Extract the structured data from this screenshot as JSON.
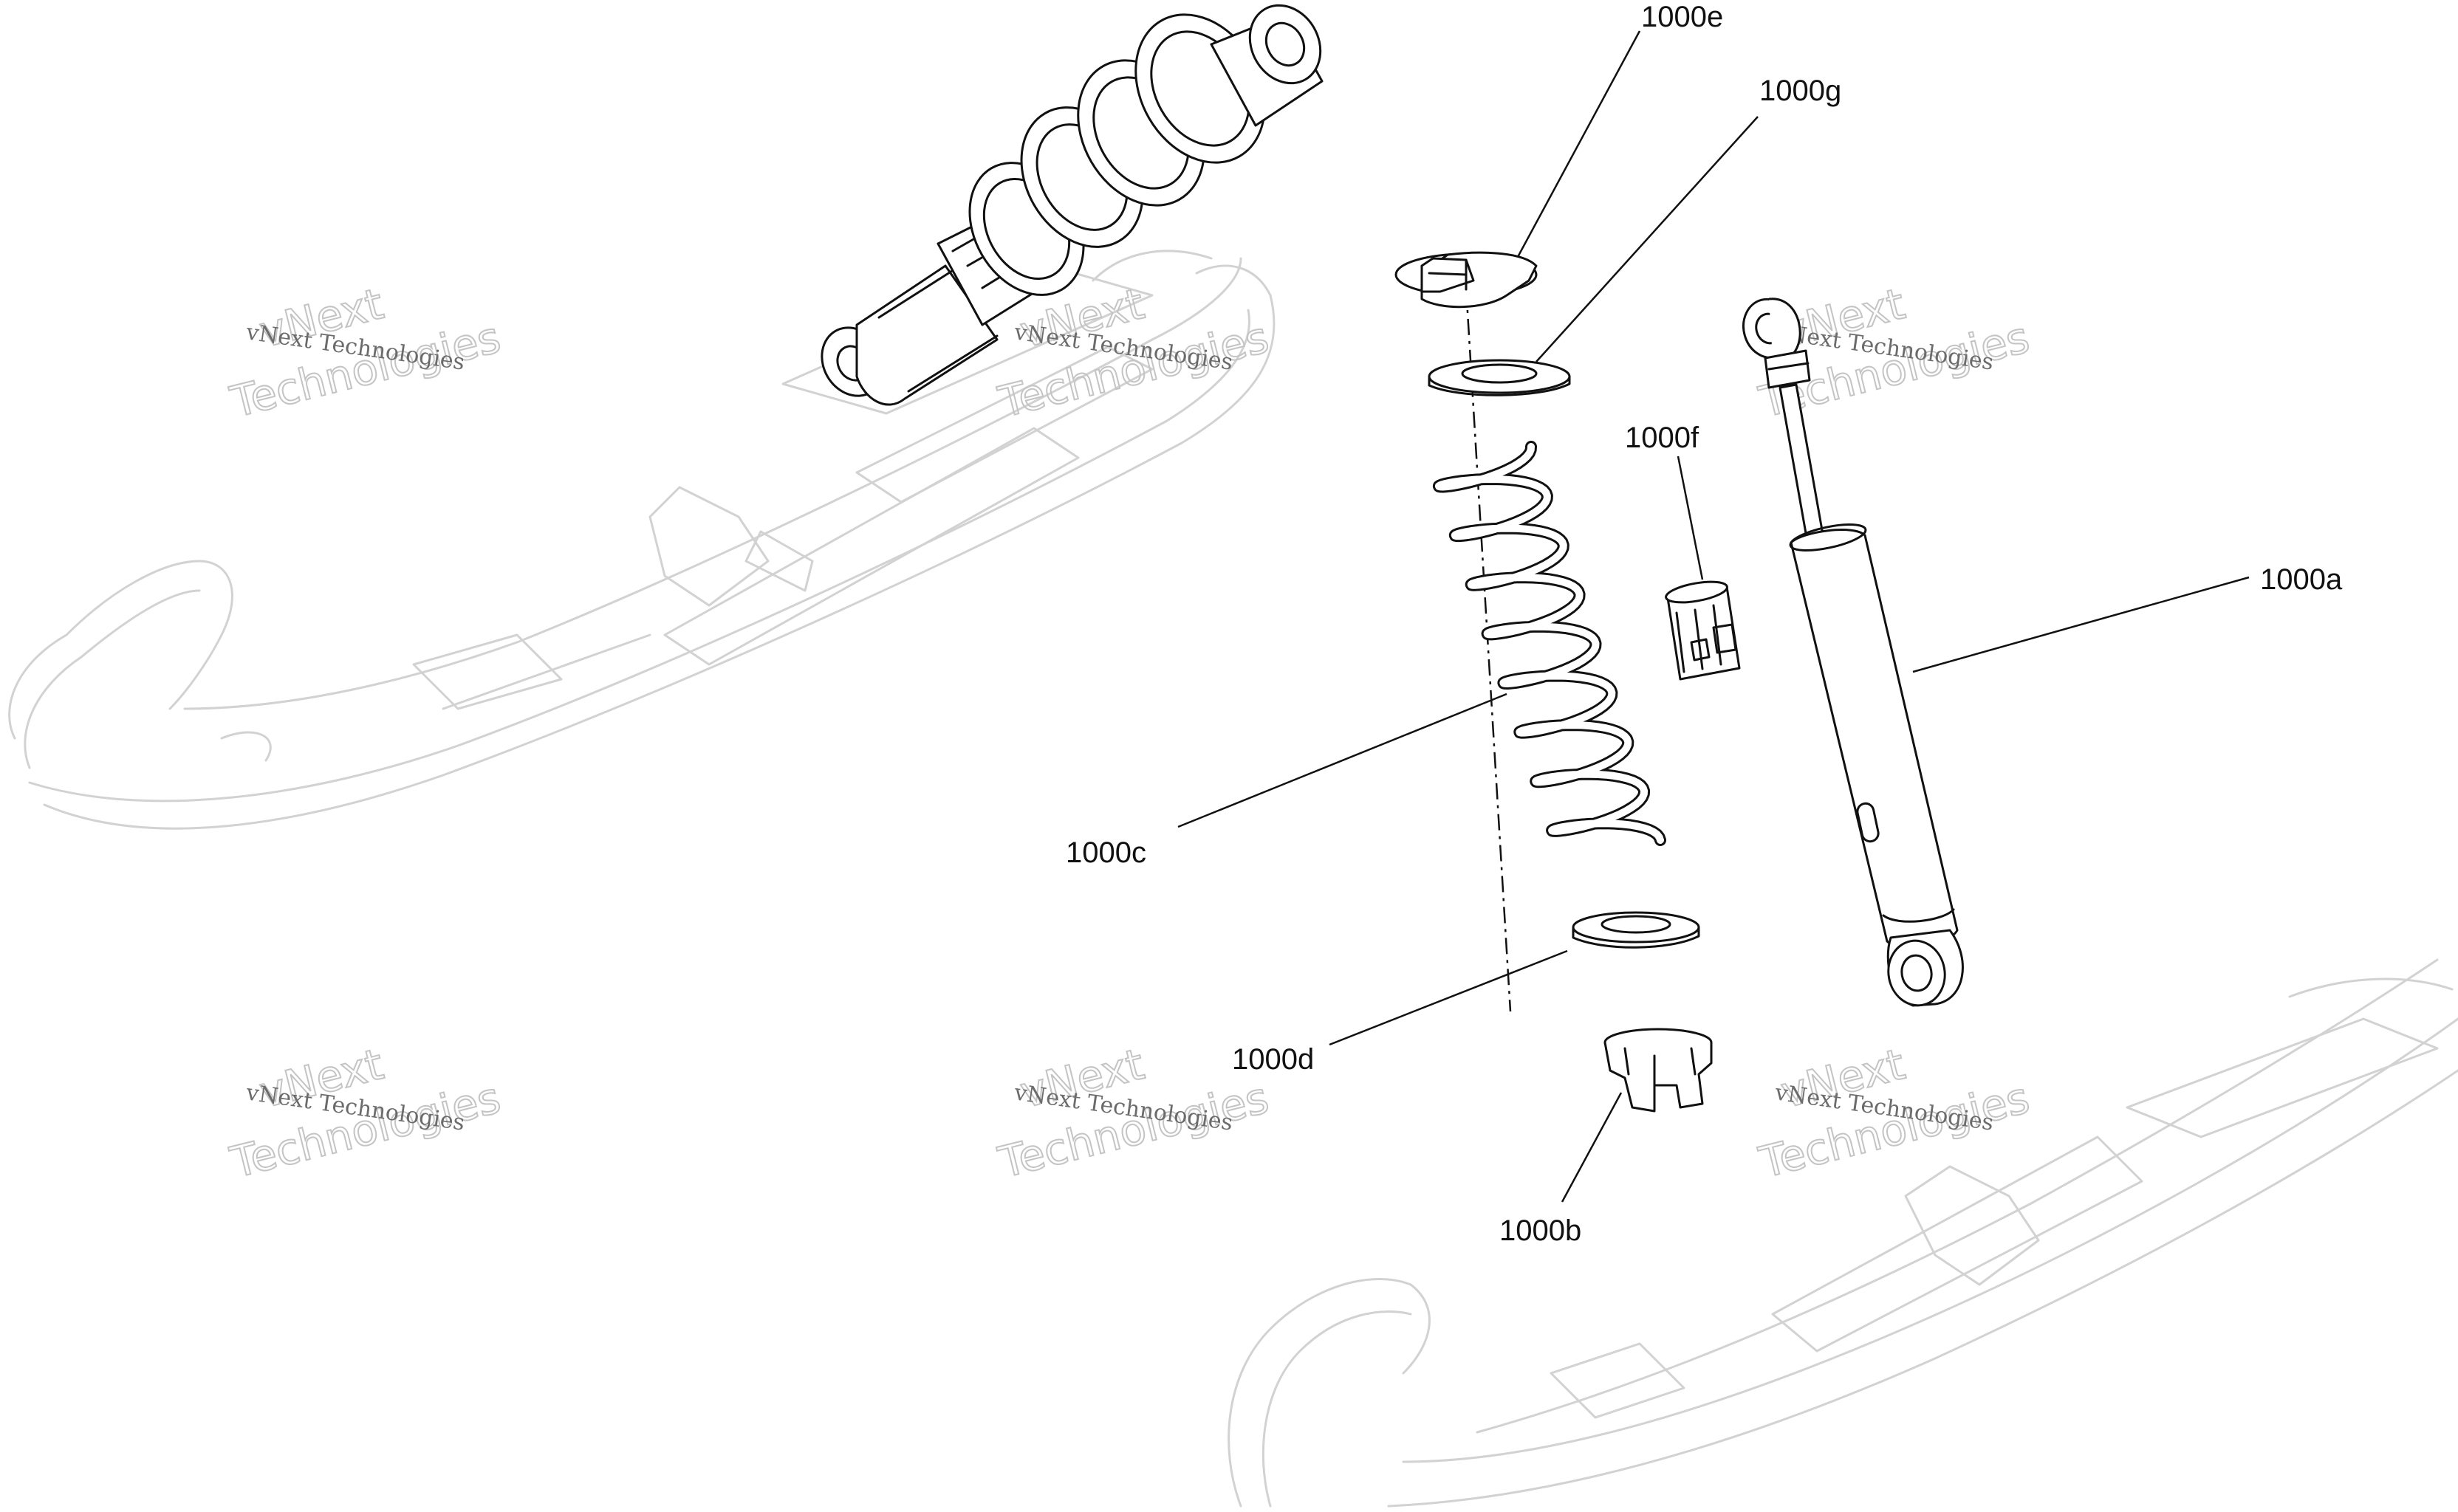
{
  "callouts": {
    "a": "1000a",
    "b": "1000b",
    "c": "1000c",
    "d": "1000d",
    "e": "1000e",
    "f": "1000f",
    "g": "1000g"
  },
  "watermark": {
    "line1": "vNext Technologies",
    "line2": "vNext",
    "line3": "Technologies"
  },
  "colors": {
    "ink": "#111111",
    "ghost": "#d2d2d2",
    "watermark": "#6b6b6b"
  }
}
